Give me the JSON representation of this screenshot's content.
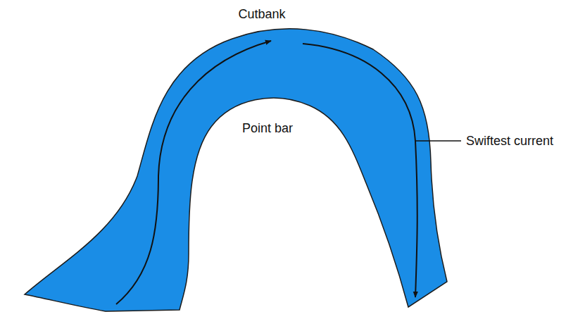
{
  "diagram": {
    "labels": [
      "Cutbank",
      "Point bar",
      "Swiftest current"
    ]
  }
}
